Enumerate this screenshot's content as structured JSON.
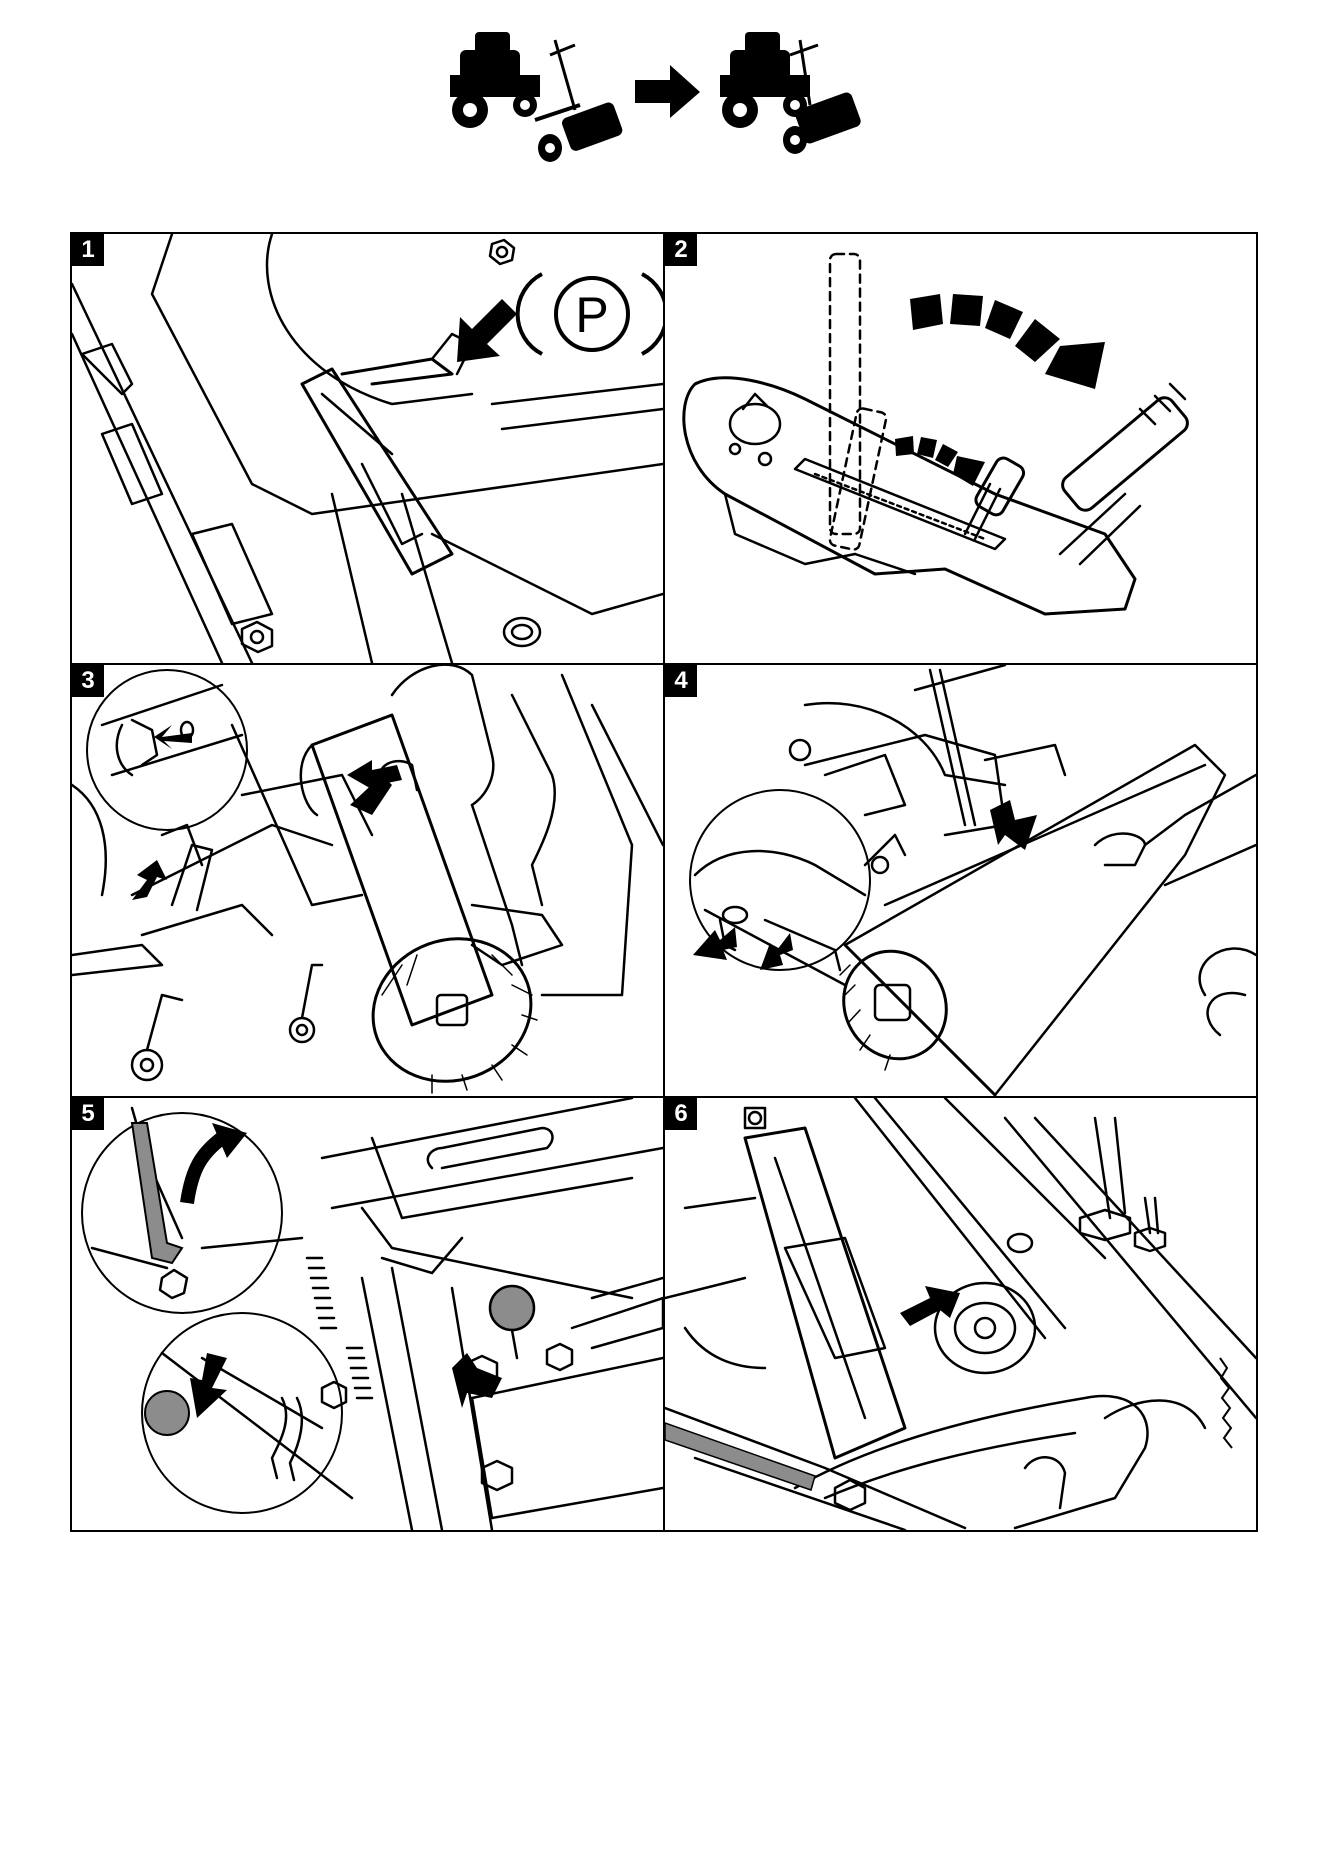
{
  "header": {
    "step_transition_icon": "right-arrow-icon",
    "before_icon": "ride-on-mower-detached-sweeper-icon",
    "after_icon": "ride-on-mower-attached-sweeper-icon"
  },
  "panels": [
    {
      "number": "1",
      "icon": "parking-brake-icon"
    },
    {
      "number": "2",
      "icon": "lift-lever-icon"
    },
    {
      "number": "3",
      "icon": "sweeper-attach-icon"
    },
    {
      "number": "4",
      "icon": "sweeper-push-icon"
    },
    {
      "number": "5",
      "icon": "locking-pin-icon"
    },
    {
      "number": "6",
      "icon": "drive-belt-icon"
    }
  ],
  "parking_symbol": {
    "label": "P"
  },
  "colors": {
    "ink": "#000000",
    "paper": "#ffffff",
    "shade": "#8c8c8c"
  }
}
